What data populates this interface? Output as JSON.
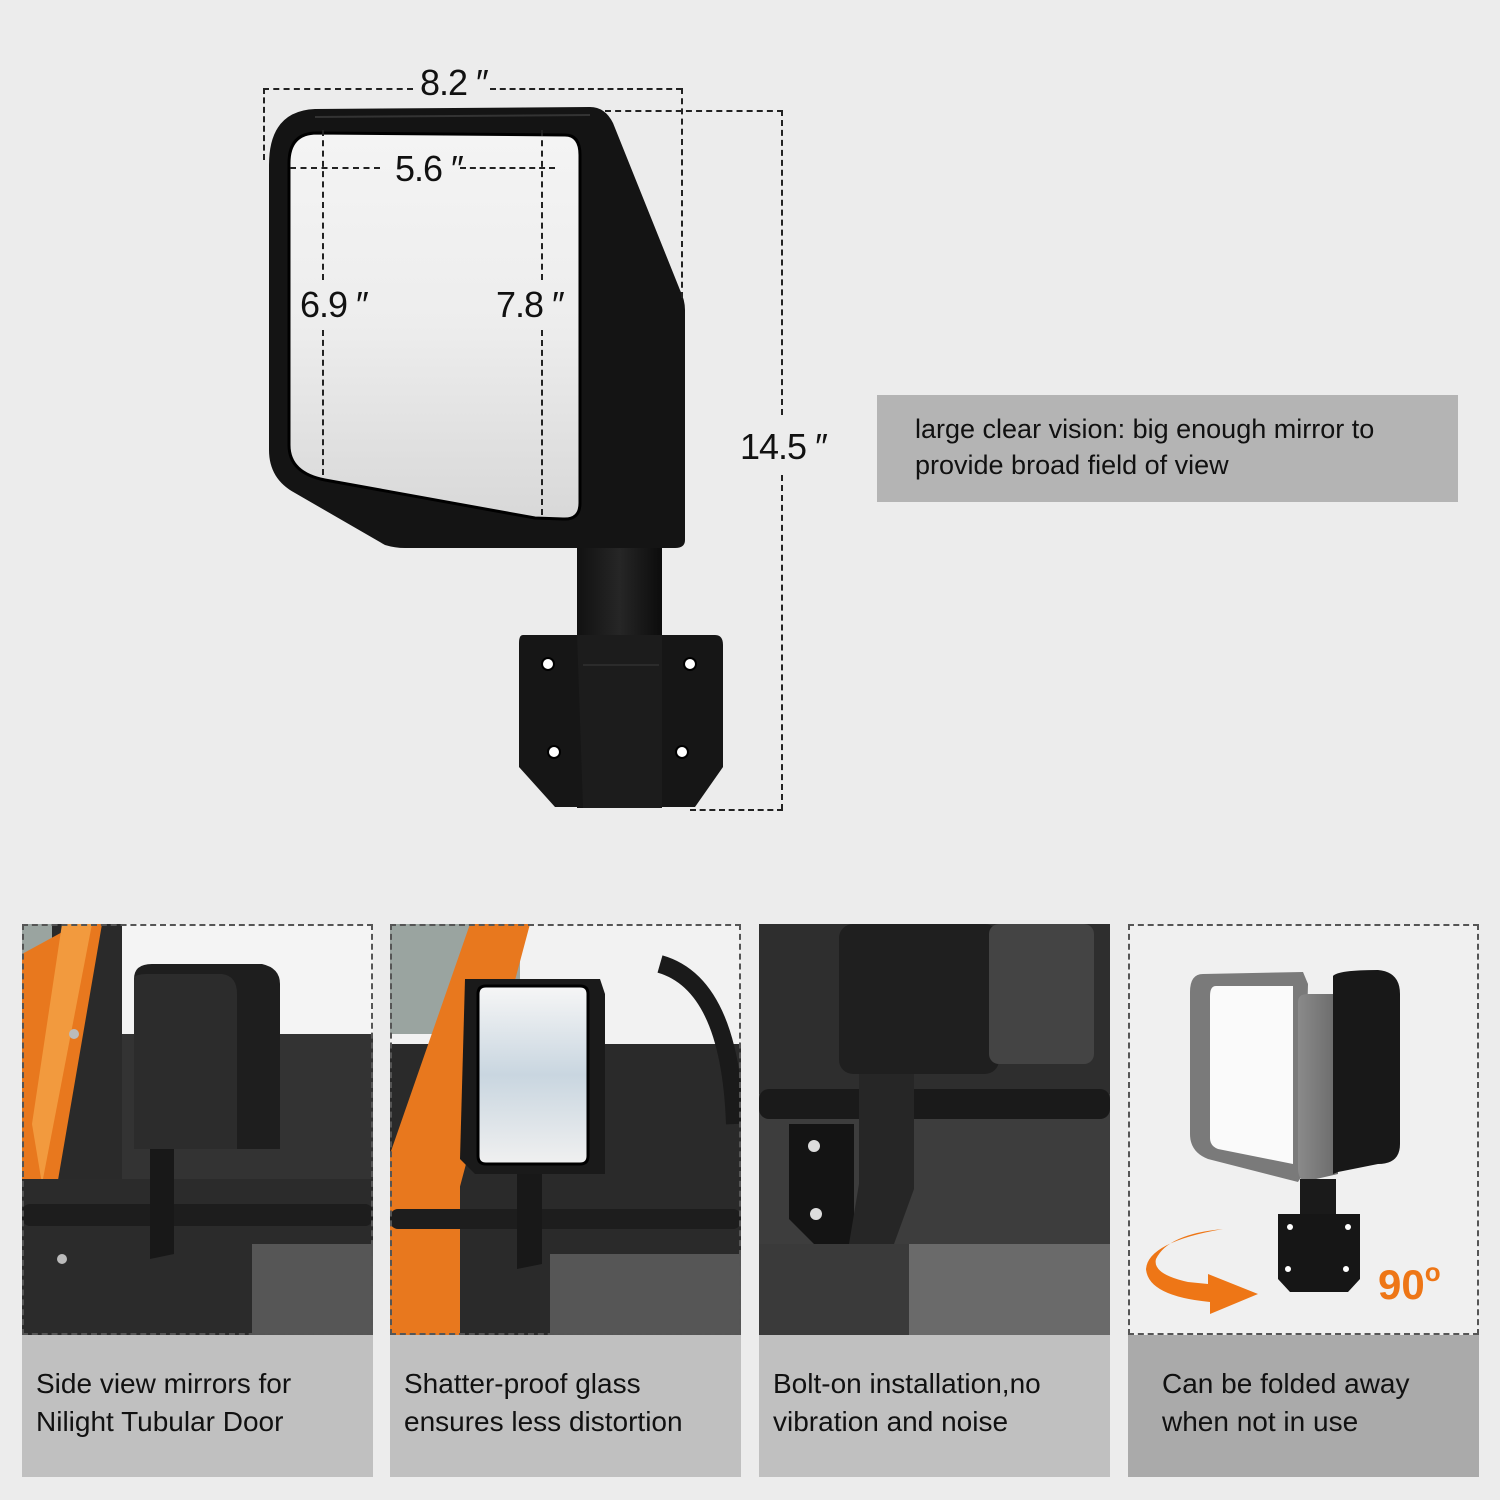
{
  "diagram": {
    "dimensions": {
      "overall_width": "8.2 ″",
      "glass_width": "5.6 ″",
      "glass_height_left": "6.9 ″",
      "glass_height_right": "7.8 ″",
      "overall_height": "14.5 ″"
    },
    "callout": "large clear vision: big enough mirror to provide broad field of view"
  },
  "features": [
    {
      "caption": "Side view mirrors for Nilight Tubular Door",
      "image": "mirror-back-mounted-on-door"
    },
    {
      "caption": "Shatter-proof glass ensures less distortion",
      "image": "mirror-glass-mounted-on-door"
    },
    {
      "caption": "Bolt-on installation,no vibration and noise",
      "image": "mount-bracket-closeup"
    },
    {
      "caption": "Can be folded away when not in use",
      "image": "folding-mirror",
      "rotation_label": "90",
      "rotation_unit": "o"
    }
  ],
  "colors": {
    "background": "#ececec",
    "accent_orange": "#ee7616",
    "callout_bg": "#b4b4b4",
    "caption_bg": "#c0c0c0"
  }
}
